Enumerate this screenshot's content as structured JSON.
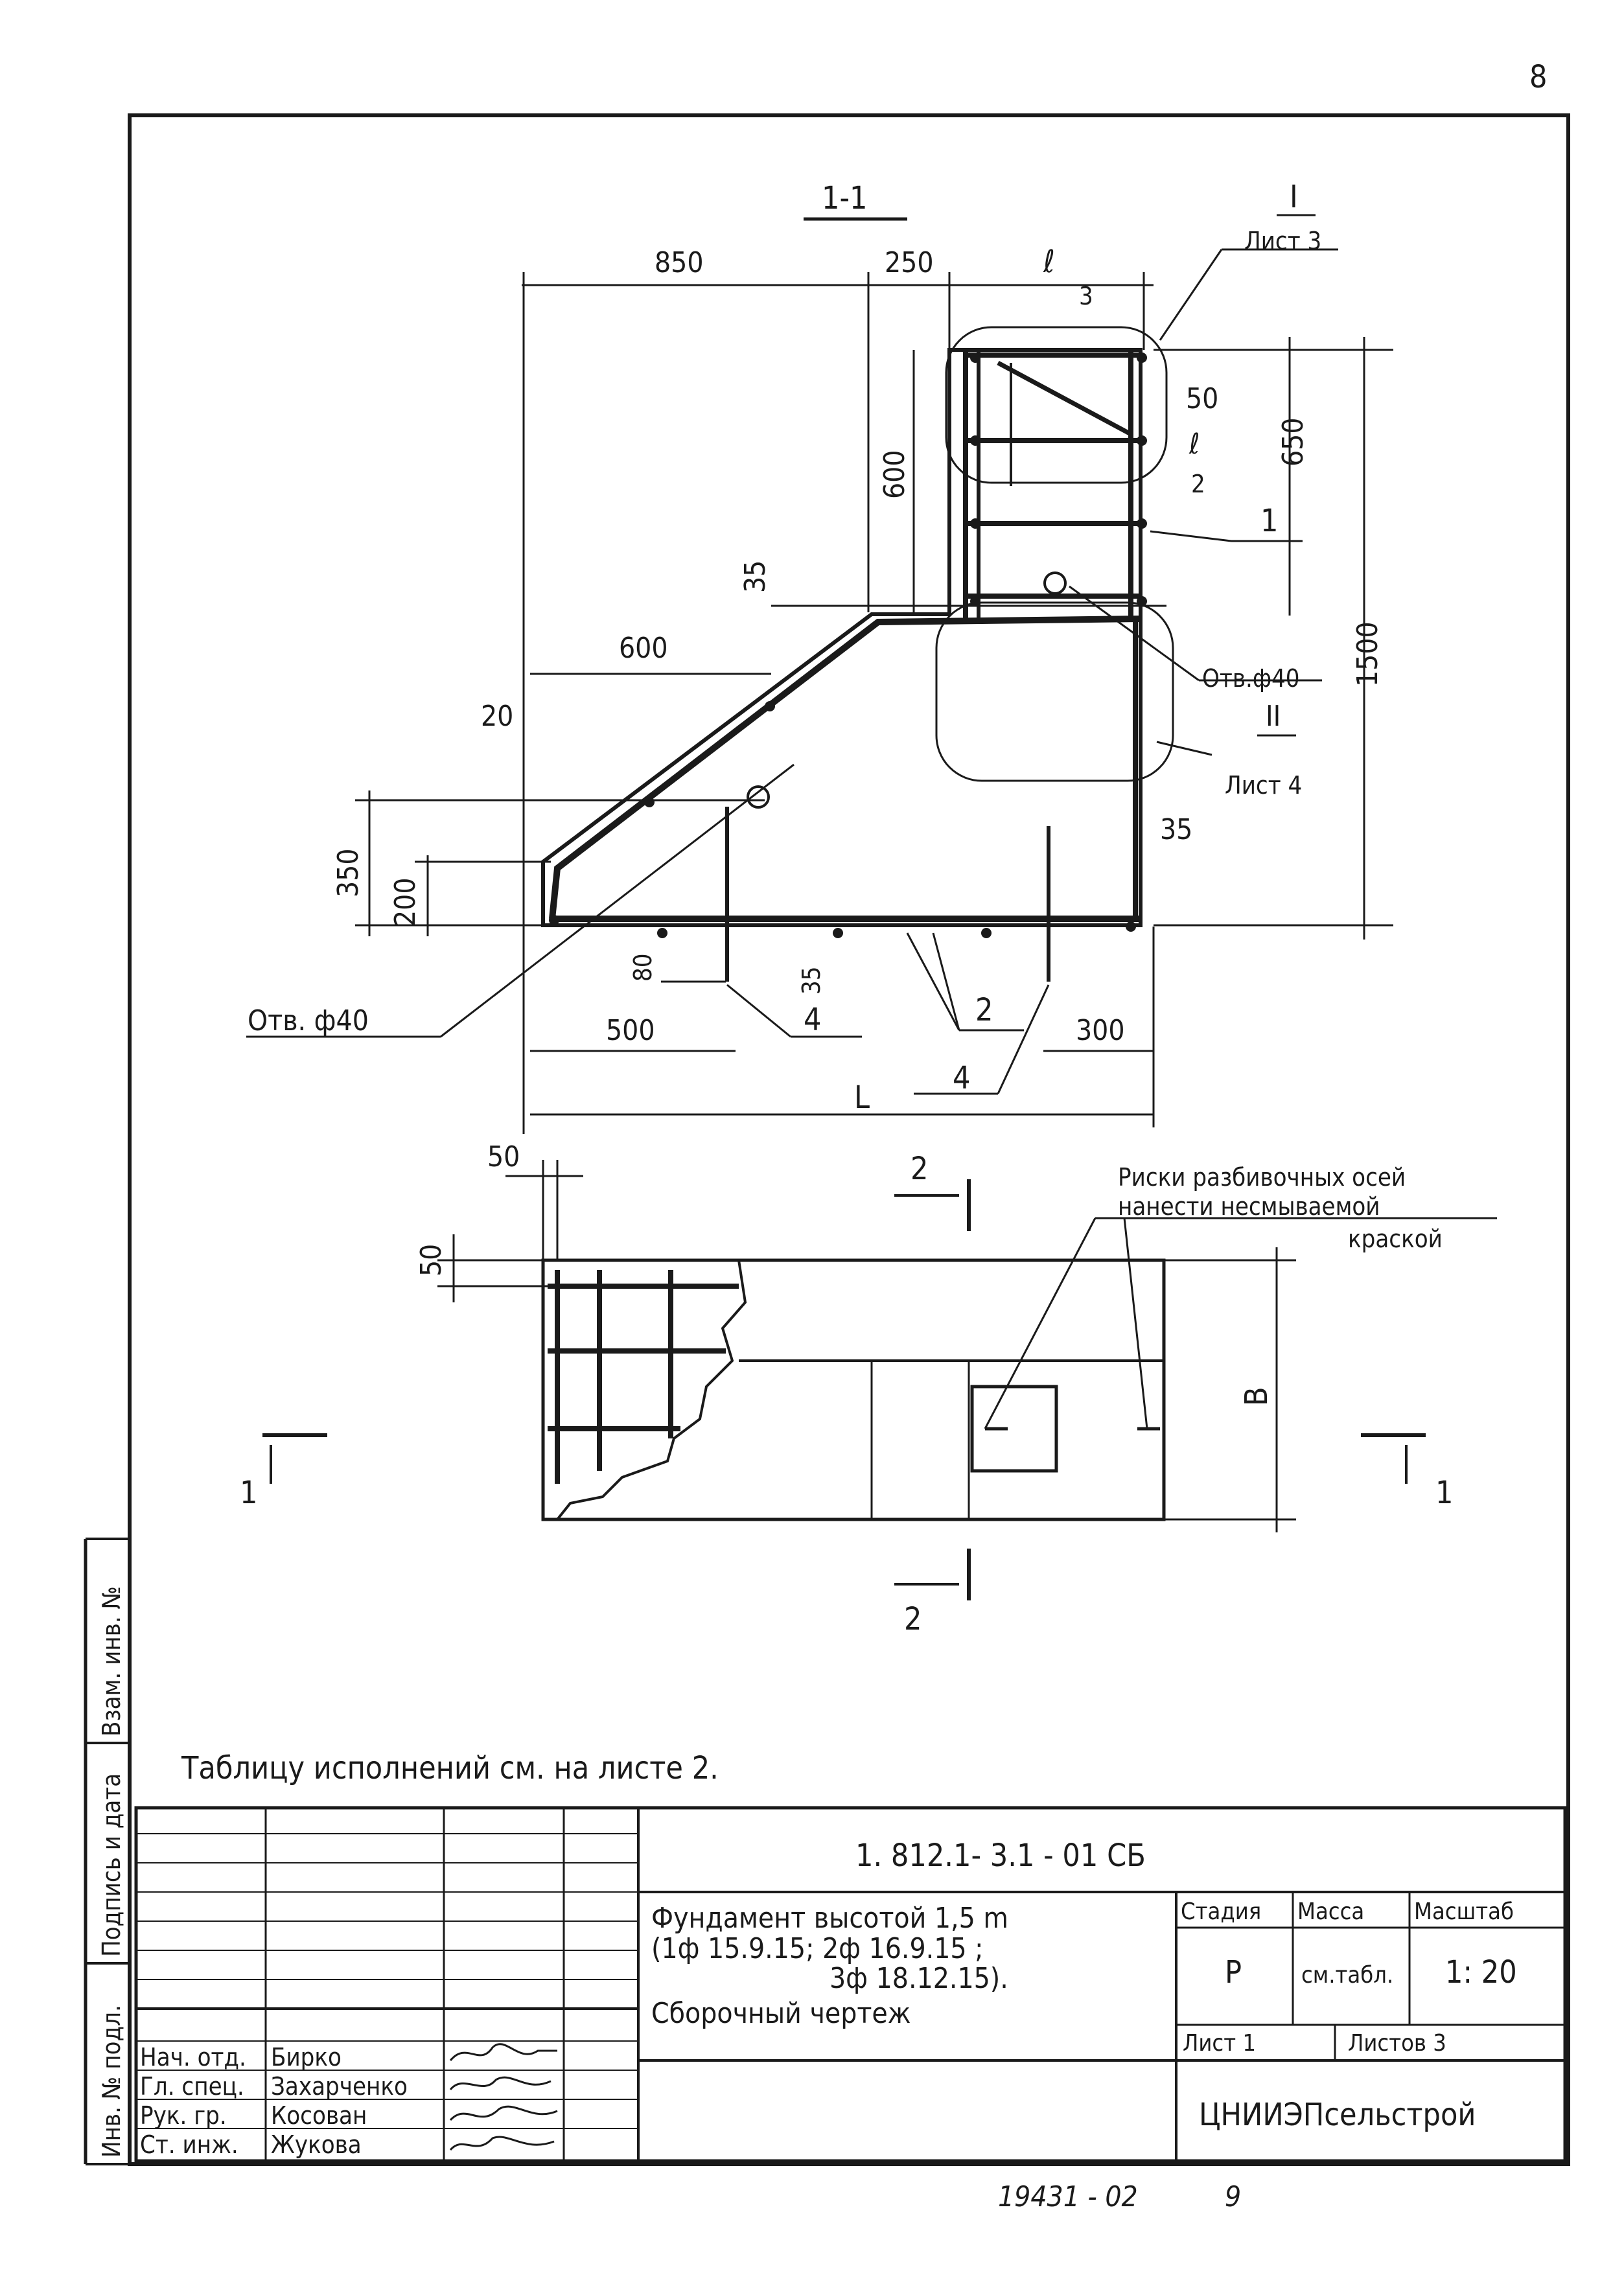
{
  "page_number": "8",
  "section_title": "1-1",
  "section_marks": {
    "left": "1",
    "right": "1",
    "top": "2",
    "bottom": "2"
  },
  "dims_section": {
    "d850": "850",
    "d250": "250",
    "dl": "ℓ",
    "d3": "3",
    "d50": "50",
    "dhalf_l": "ℓ",
    "dhalf_2": "2",
    "d650": "650",
    "d600v": "600",
    "d35top": "35",
    "d600": "600",
    "d1500": "1500",
    "d20": "20",
    "d350": "350",
    "d200": "200",
    "d80": "80",
    "d35bot": "35",
    "d500": "500",
    "d300": "300",
    "dL": "L",
    "d35right": "35"
  },
  "callouts": {
    "node1_num": "I",
    "node1_sheet": "Лист 3",
    "node2_num": "II",
    "node2_sheet": "Лист 4",
    "hole_right": "Отв.ф40",
    "hole_left": "Отв. ф40",
    "pos1": "1",
    "pos2": "2",
    "pos4a": "4",
    "pos4b": "4"
  },
  "plan": {
    "d50h": "50",
    "d50v": "50",
    "dB": "B",
    "note_line1": "Риски разбивочных осей",
    "note_line2": "нанести несмываемой",
    "note_line3": "краской"
  },
  "table_note": "Таблицу исполнений см. на листе 2.",
  "title_block": {
    "doc_code": "1. 812.1- 3.1 - 01 СБ",
    "title_line1": "Фундамент высотой 1,5 m",
    "title_line2": "(1ф 15.9.15; 2ф 16.9.15 ;",
    "title_line3": "3ф 18.12.15).",
    "title_line4": "Сборочный чертеж",
    "stage_label": "Стадия",
    "stage_value": "Р",
    "mass_label": "Масса",
    "mass_value": "см.табл.",
    "scale_label": "Масштаб",
    "scale_value": "1: 20",
    "sheet_label": "Лист 1",
    "sheets_label": "Листов 3",
    "org": "ЦНИИЭПсельстрой",
    "roles": [
      "Нач. отд.",
      "Гл. спец.",
      "Рук. гр.",
      "Ст. инж."
    ],
    "names": [
      "Бирко",
      "Захарченко",
      "Косован",
      "Жукова"
    ]
  },
  "side_stamp": [
    "Взам. инв. №",
    "Подпись и дата",
    "Инв. № подл."
  ],
  "footer": {
    "archive": "19431 - 02",
    "page": "9"
  }
}
